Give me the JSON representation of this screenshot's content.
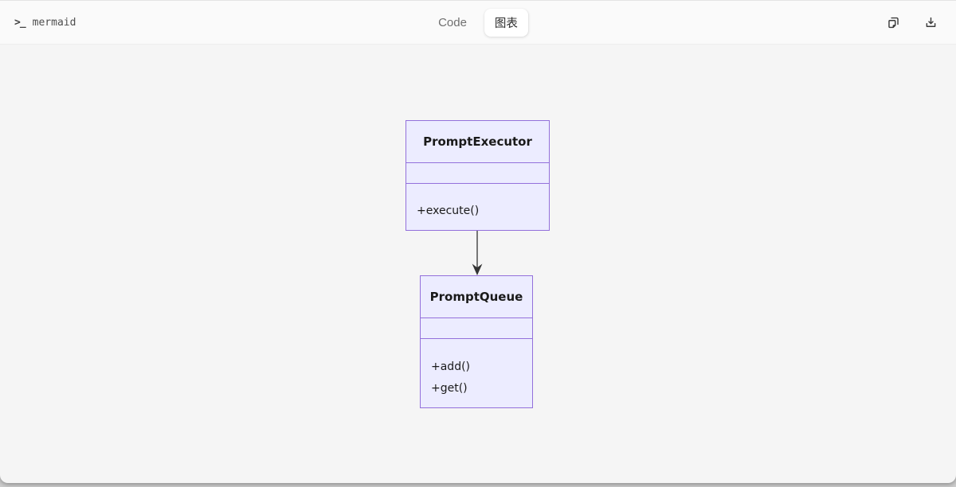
{
  "header": {
    "terminal_icon": ">_",
    "app_label": "mermaid",
    "tabs": [
      {
        "label": "Code",
        "active": false
      },
      {
        "label": "图表",
        "active": true
      }
    ],
    "actions": [
      {
        "icon": "copy-icon"
      },
      {
        "icon": "download-icon"
      }
    ]
  },
  "diagram": {
    "type": "class-diagram",
    "classes": [
      {
        "name": "PromptExecutor",
        "attributes": [],
        "methods": [
          "+execute()"
        ]
      },
      {
        "name": "PromptQueue",
        "attributes": [],
        "methods": [
          "+add()",
          "+get()"
        ]
      }
    ],
    "edges": [
      {
        "from": "PromptExecutor",
        "to": "PromptQueue",
        "style": "solid-arrow-down"
      }
    ],
    "colors": {
      "node_fill": "#ECECFF",
      "node_border": "#9370DB",
      "node_text": "#1a1a1a",
      "edge": "#333333",
      "header_bg": "#fafafa",
      "canvas_bg": "#f5f5f5"
    }
  }
}
